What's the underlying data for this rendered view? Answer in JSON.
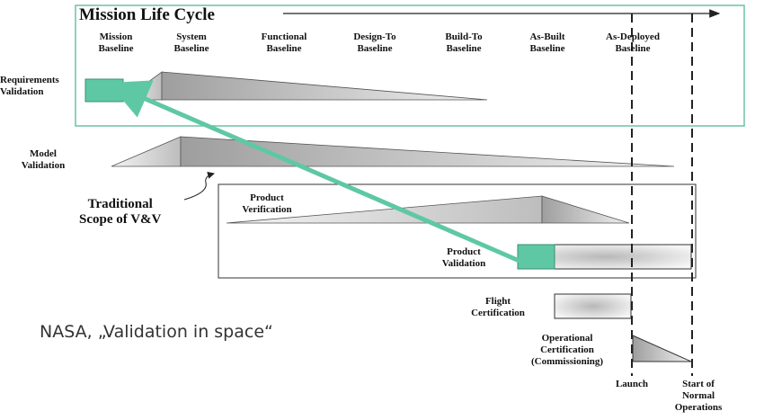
{
  "title": "Mission Life Cycle",
  "baselines": [
    {
      "line1": "Mission",
      "line2": "Baseline"
    },
    {
      "line1": "System",
      "line2": "Baseline"
    },
    {
      "line1": "Functional",
      "line2": "Baseline"
    },
    {
      "line1": "Design-To",
      "line2": "Baseline"
    },
    {
      "line1": "Build-To",
      "line2": "Baseline"
    },
    {
      "line1": "As-Built",
      "line2": "Baseline"
    },
    {
      "line1": "As-Deployed",
      "line2": "Baseline"
    }
  ],
  "rows": {
    "requirements_validation": {
      "line1": "Requirements",
      "line2": "Validation"
    },
    "model_validation": {
      "line1": "Model",
      "line2": "Validation"
    },
    "product_verification": {
      "line1": "Product",
      "line2": "Verification"
    },
    "product_validation": {
      "line1": "Product",
      "line2": "Validation"
    },
    "flight_certification": {
      "line1": "Flight",
      "line2": "Certification"
    },
    "operational_certification": {
      "line1": "Operational",
      "line2": "Certification",
      "line3": "(Commissioning)"
    }
  },
  "scope": {
    "line1": "Traditional",
    "line2": "Scope of V&V"
  },
  "milestones": {
    "launch": "Launch",
    "start_of_operations": {
      "line1": "Start of",
      "line2": "Normal",
      "line3": "Operations"
    }
  },
  "caption": "NASA, „Validation in space“",
  "colors": {
    "highlight": "#5ec8a4",
    "frame": "#6cc2a4"
  }
}
